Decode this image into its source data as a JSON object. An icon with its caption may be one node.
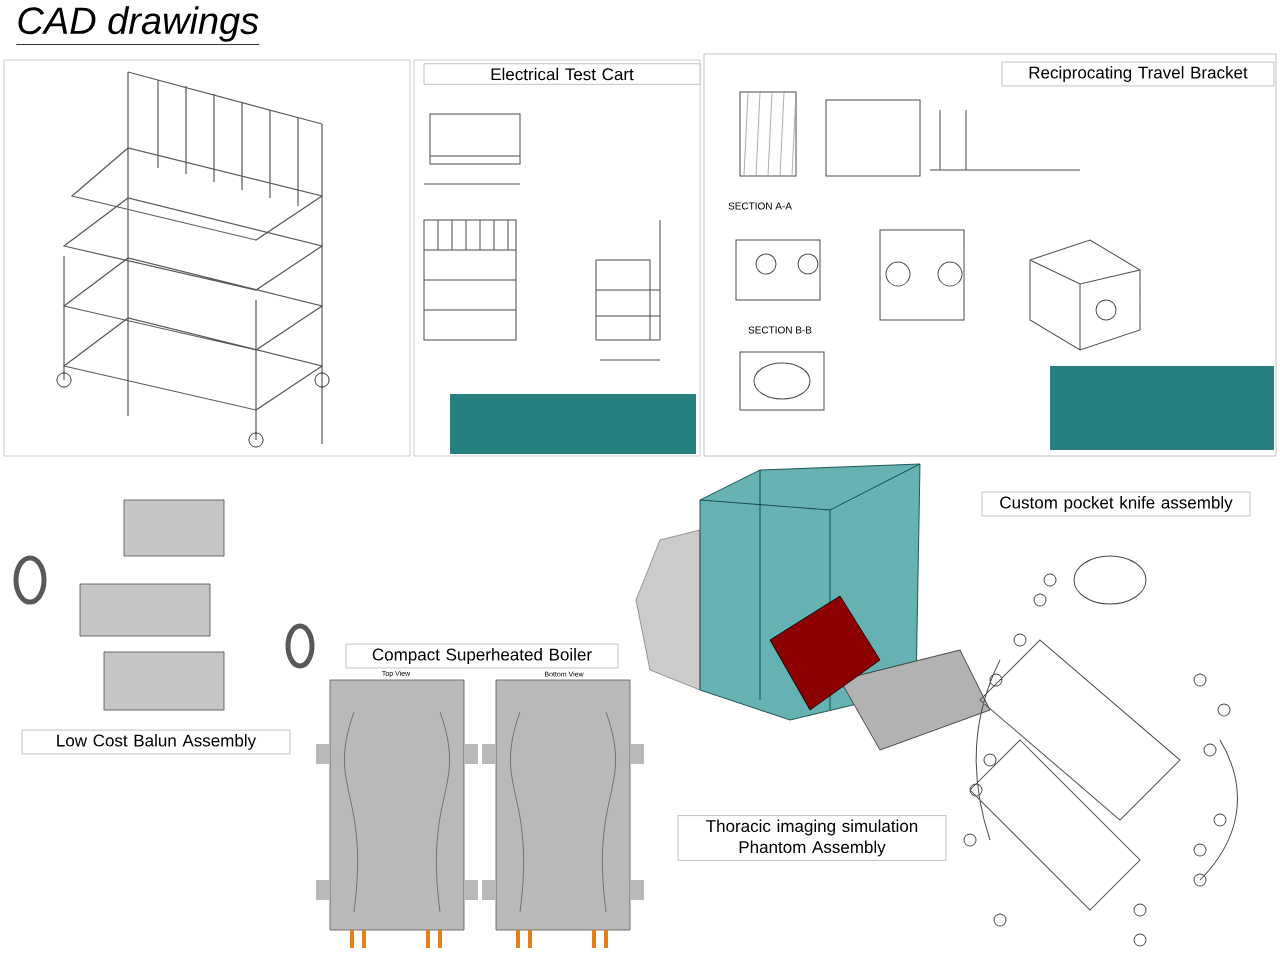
{
  "diagram": {
    "title": "CAD drawings",
    "nodes": [
      {
        "text": [
          "Electrical Test Cart"
        ]
      },
      {
        "text": [
          "Reciprocating Travel Bracket"
        ]
      },
      {
        "text": [
          "Custom pocket knife assembly"
        ]
      },
      {
        "text": [
          "Compact Superheated Boiler"
        ]
      },
      {
        "text": [
          "Low Cost Balun Assembly"
        ]
      },
      {
        "text": [
          "Thoracic imaging simulation Phantom Assembly"
        ]
      }
    ],
    "edges": [],
    "labels": [
      "SECTION A-A",
      "SECTION B-B",
      "Top View",
      "Bottom View"
    ]
  }
}
